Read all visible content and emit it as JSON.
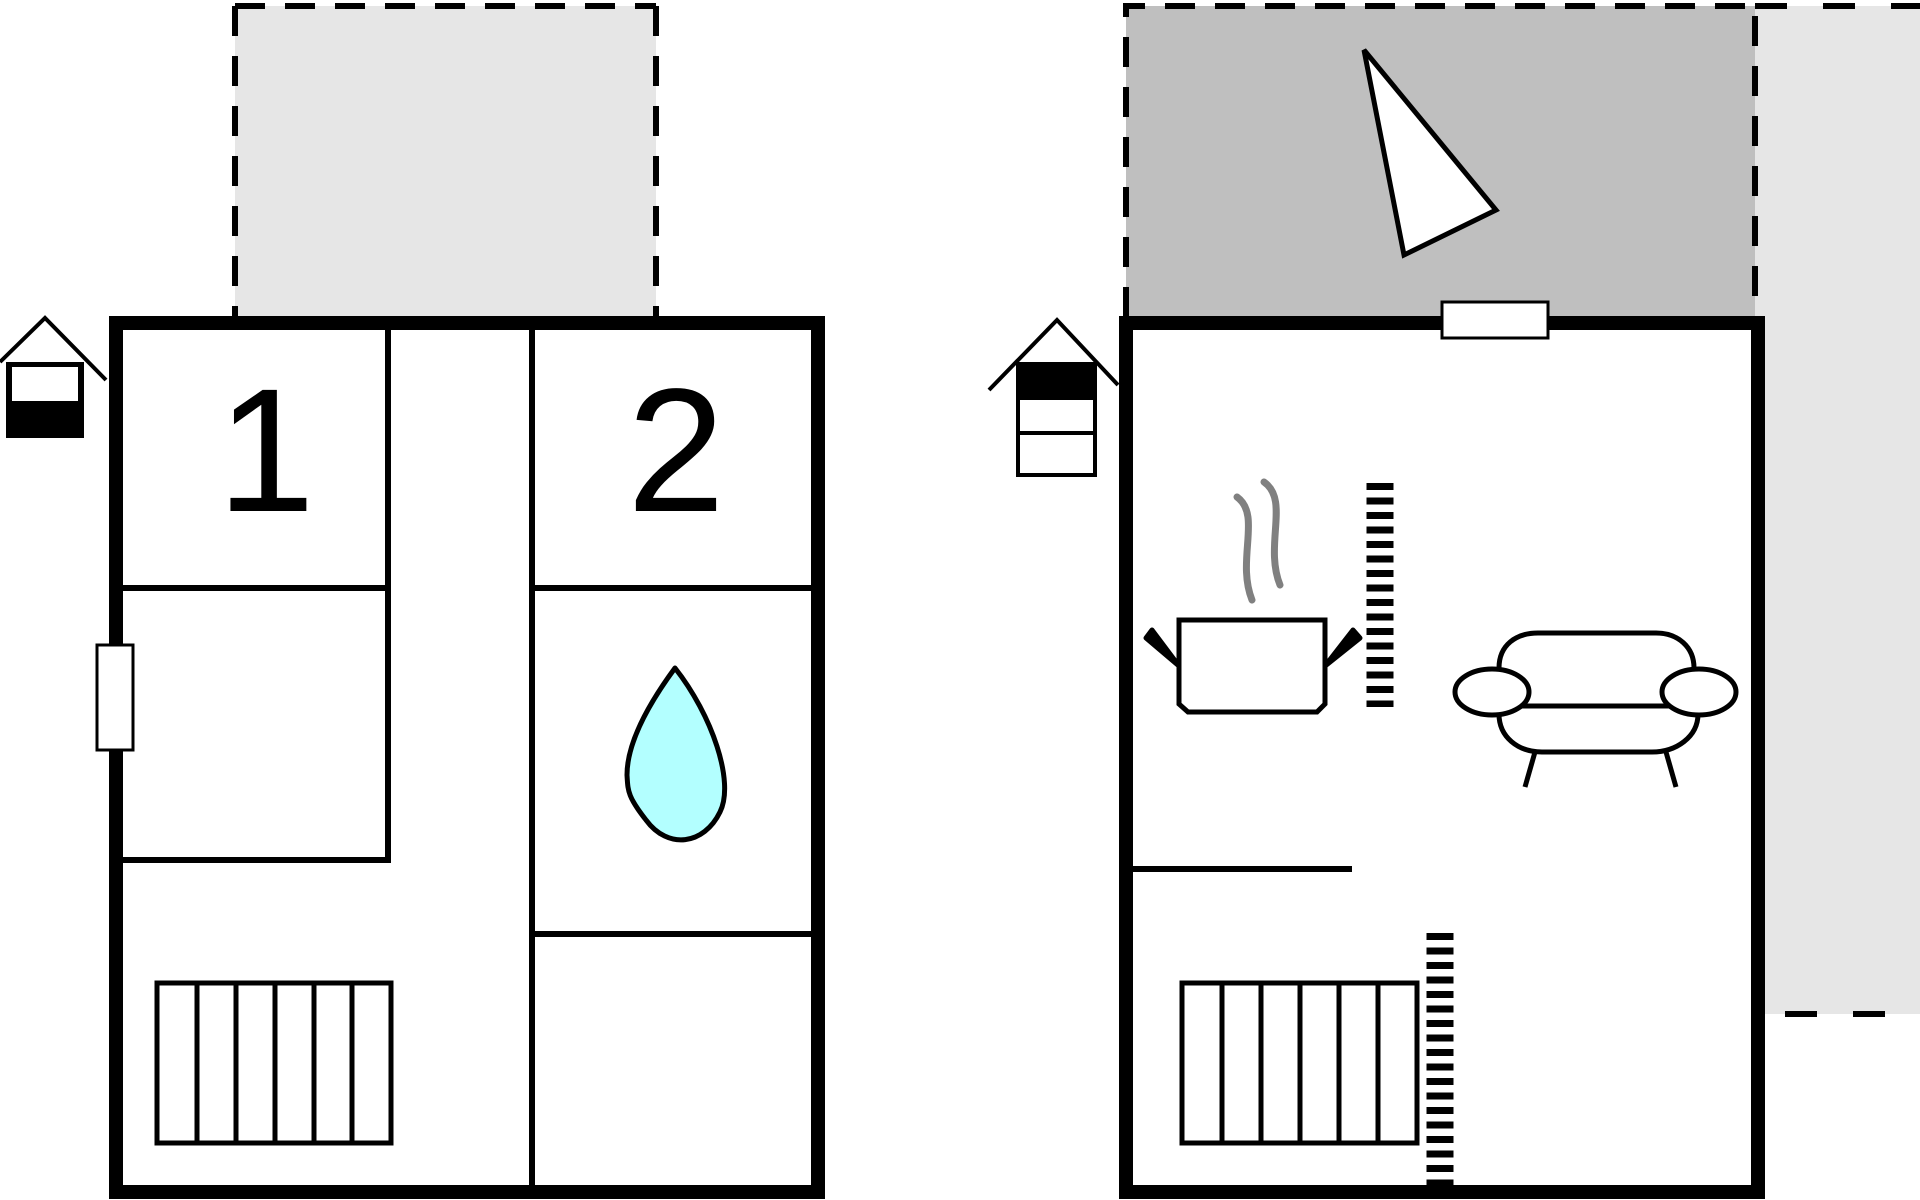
{
  "floor_plan": {
    "ground_floor": {
      "rooms": [
        {
          "id": "room-1",
          "label": "1",
          "type": "bedroom"
        },
        {
          "id": "room-2",
          "label": "2",
          "type": "bedroom"
        },
        {
          "id": "bathroom",
          "label": "",
          "type": "bathroom",
          "icon": "water-drop-icon"
        },
        {
          "id": "hall",
          "label": "",
          "type": "hall"
        },
        {
          "id": "room-small",
          "label": "",
          "type": "room"
        }
      ],
      "features": [
        "floor-level-icon",
        "staircase-icon",
        "door-icon"
      ],
      "outdoor_area": "terrace"
    },
    "first_floor": {
      "rooms": [
        {
          "id": "living",
          "label": "",
          "type": "living-room",
          "icons": [
            "sofa-icon",
            "kitchen-pot-icon"
          ]
        }
      ],
      "features": [
        "floor-level-icon",
        "staircase-icon",
        "door-icon",
        "compass-north-icon"
      ],
      "outdoor_area": "terrace"
    },
    "colors": {
      "wall": "#000000",
      "terrace_light": "#e6e6e6",
      "terrace_dark": "#bfbfbf",
      "water": "#b3ffff",
      "steam": "#808080",
      "floor": "#ffffff"
    }
  }
}
